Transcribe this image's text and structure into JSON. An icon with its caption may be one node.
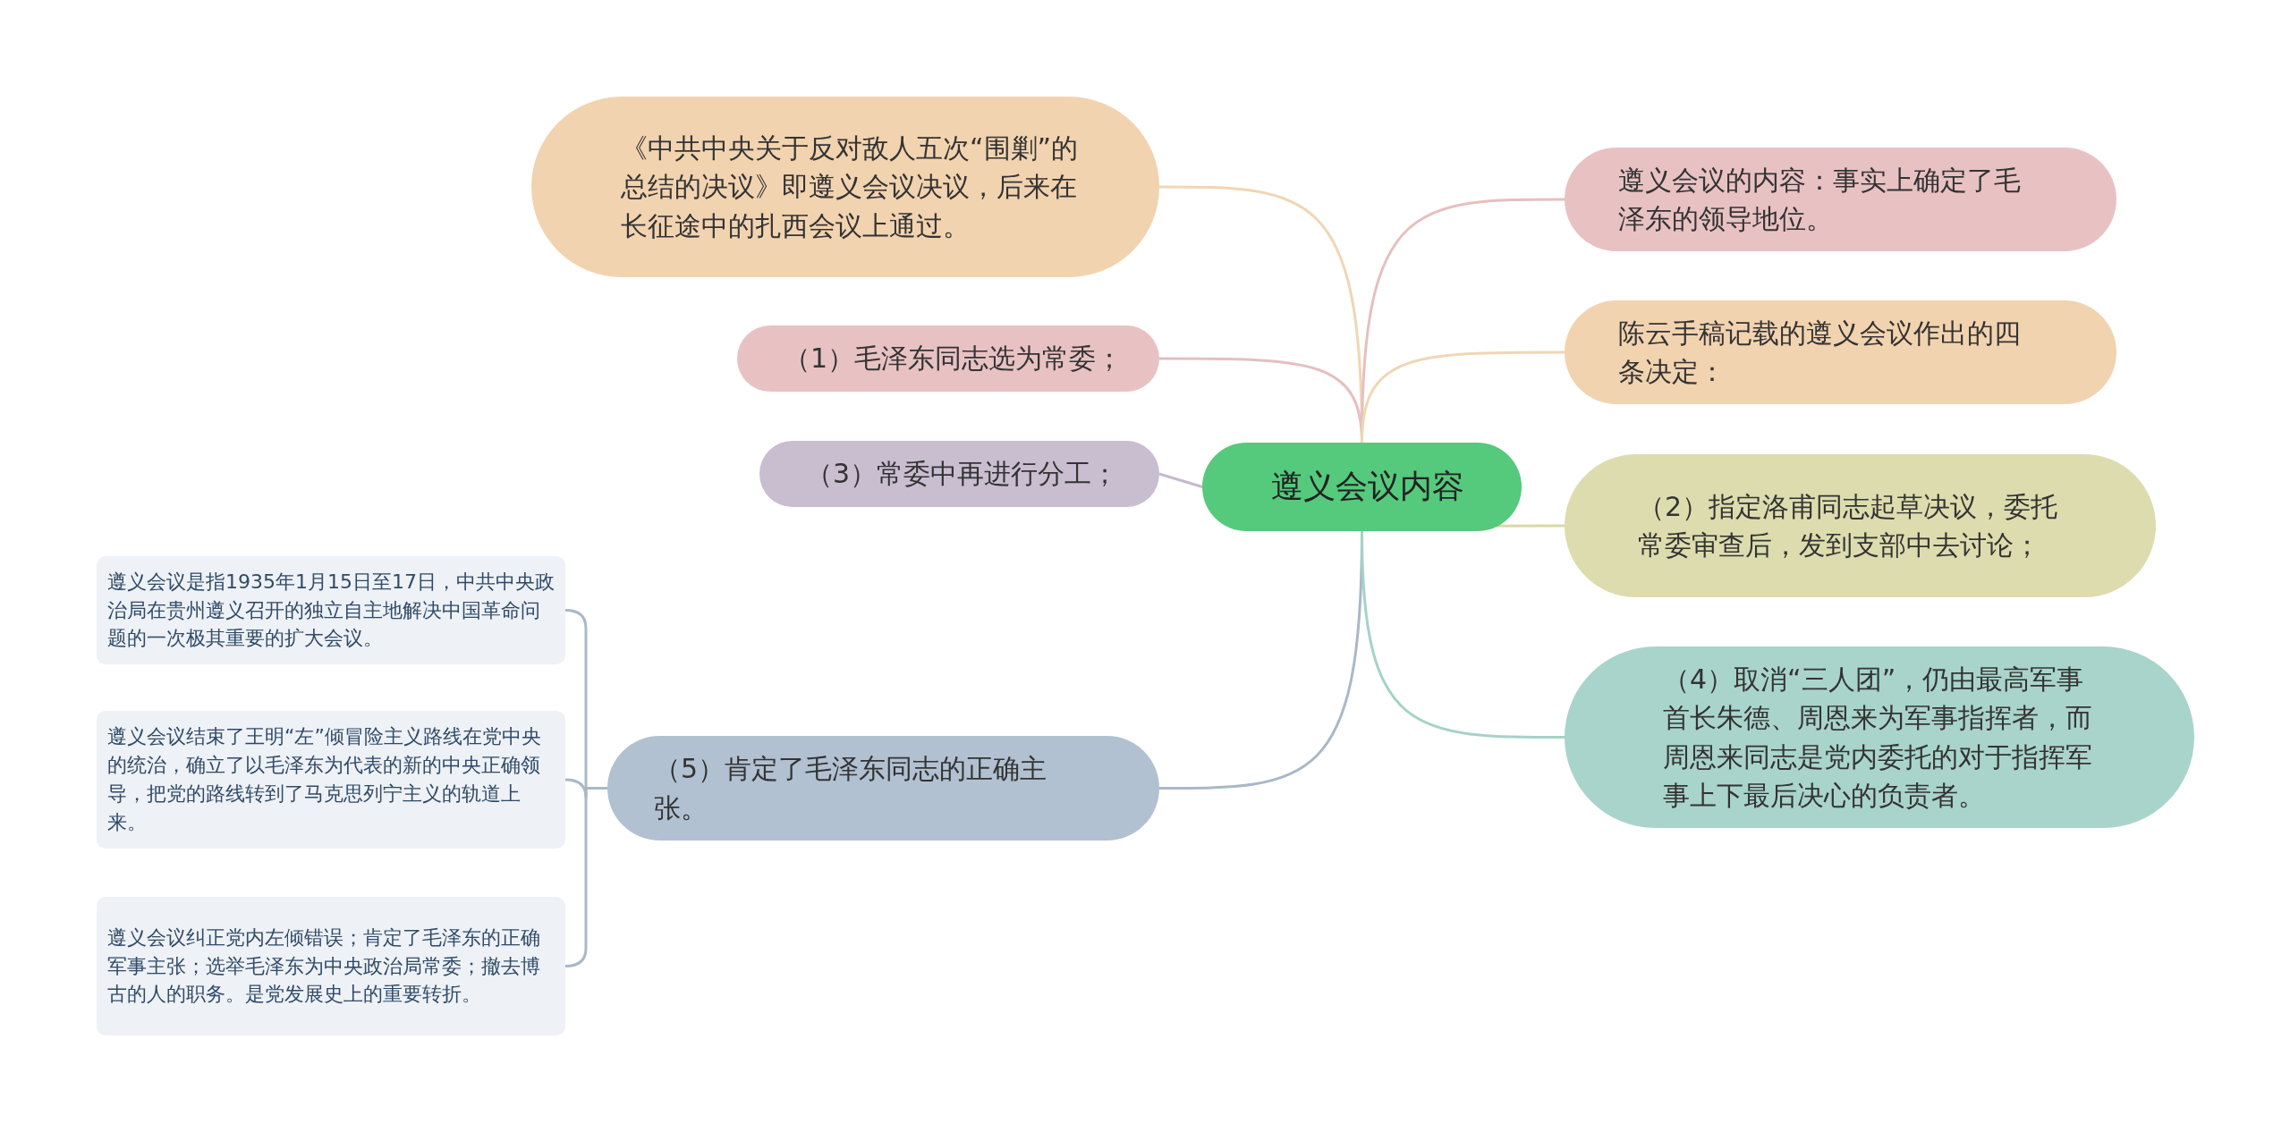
{
  "diagram": {
    "nodes": [
      {
        "text": [
          "遵义会议内容"
        ]
      },
      {
        "text": [
          "《中共中央关于反对敌人五次“围剿”的总结的决议》即遵义会议决议，后来在长征途中的扎西会议上通过。"
        ]
      },
      {
        "text": [
          "（1）毛泽东同志选为常委；"
        ]
      },
      {
        "text": [
          "（3）常委中再进行分工；"
        ]
      },
      {
        "text": [
          "（5）肯定了毛泽东同志的正确主张。"
        ]
      },
      {
        "text": [
          "遵义会议是指1935年1月15日至17日，中共中央政治局在贵州遵义召开的独立自主地解决中国革命问题的一次极其重要的扩大会议。"
        ]
      },
      {
        "text": [
          "遵义会议结束了王明“左”倾冒险主义路线在党中央的统治，确立了以毛泽东为代表的新的中央正确领导，把党的路线转到了马克思列宁主义的轨道上来。"
        ]
      },
      {
        "text": [
          "遵义会议纠正党内左倾错误；肯定了毛泽东的正确军事主张；选举毛泽东为中央政治局常委；撤去博古的人的职务。是党发展史上的重要转折。"
        ]
      },
      {
        "text": [
          "遵义会议的内容：事实上确定了毛泽东的领导地位。"
        ]
      },
      {
        "text": [
          "陈云手稿记载的遵义会议作出的四条决定："
        ]
      },
      {
        "text": [
          "（2）指定洛甫同志起草决议，委托常委审查后，发到支部中去讨论；"
        ]
      },
      {
        "text": [
          "（4）取消“三人团”，仍由最高军事首长朱德、周恩来为军事指挥者，而周恩来同志是党内委托的对于指挥军事上下最后决心的负责者。"
        ]
      }
    ],
    "edges": [
      {
        "from": 0,
        "to": 1,
        "arrow": "none",
        "color": "#f0d6b4"
      },
      {
        "from": 0,
        "to": 2,
        "arrow": "none",
        "color": "#e6bfc0"
      },
      {
        "from": 0,
        "to": 3,
        "arrow": "none",
        "color": "#c6b9ce"
      },
      {
        "from": 0,
        "to": 4,
        "arrow": "none",
        "color": "#a9b8c8"
      },
      {
        "from": 4,
        "to": 5,
        "arrow": "none",
        "color": "#a9b8c8"
      },
      {
        "from": 4,
        "to": 6,
        "arrow": "none",
        "color": "#a9b8c8"
      },
      {
        "from": 4,
        "to": 7,
        "arrow": "none",
        "color": "#a9b8c8"
      },
      {
        "from": 0,
        "to": 8,
        "arrow": "none",
        "color": "#e6bfc0"
      },
      {
        "from": 0,
        "to": 9,
        "arrow": "none",
        "color": "#f0d6b4"
      },
      {
        "from": 0,
        "to": 10,
        "arrow": "none",
        "color": "#d8d8a8"
      },
      {
        "from": 0,
        "to": 11,
        "arrow": "none",
        "color": "#a6d2c8"
      }
    ]
  }
}
